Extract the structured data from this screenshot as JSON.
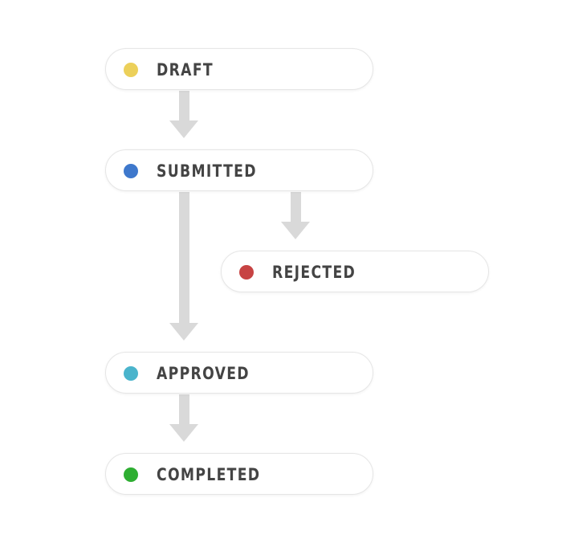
{
  "diagram": {
    "type": "state-flow",
    "colors": {
      "arrow": "#d9d9d9",
      "pill_border": "#e6e6e6",
      "label_text": "#444444"
    },
    "nodes": [
      {
        "id": "draft",
        "label": "DRAFT",
        "color": "#ecd05a"
      },
      {
        "id": "submitted",
        "label": "SUBMITTED",
        "color": "#3e78cc"
      },
      {
        "id": "rejected",
        "label": "REJECTED",
        "color": "#c74343"
      },
      {
        "id": "approved",
        "label": "APPROVED",
        "color": "#4ab4cc"
      },
      {
        "id": "completed",
        "label": "COMPLETED",
        "color": "#2eae32"
      }
    ],
    "edges": [
      {
        "from": "DRAFT",
        "to": "SUBMITTED"
      },
      {
        "from": "SUBMITTED",
        "to": "REJECTED"
      },
      {
        "from": "SUBMITTED",
        "to": "APPROVED"
      },
      {
        "from": "APPROVED",
        "to": "COMPLETED"
      }
    ]
  }
}
